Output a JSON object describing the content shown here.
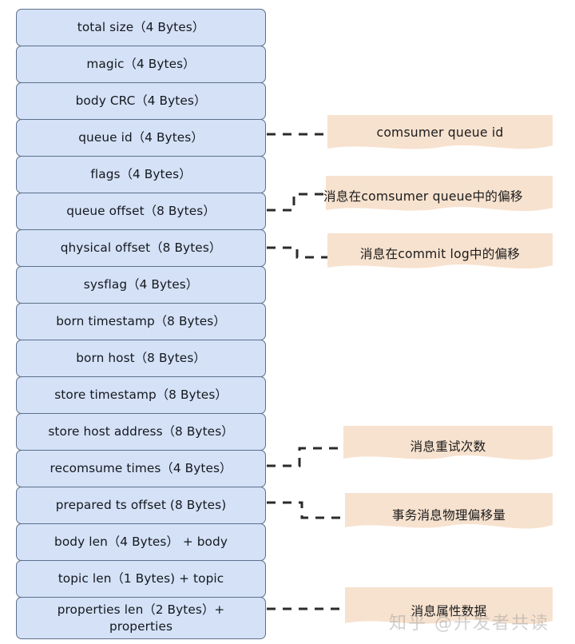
{
  "colors": {
    "field_fill": "#d4e1f6",
    "field_border": "#5d708c",
    "note_fill": "#f7e2cf",
    "connector": "#2b2b2b",
    "text": "#14181f",
    "background": "#ffffff"
  },
  "fields": [
    {
      "label": "total size（4 Bytes）"
    },
    {
      "label": "magic（4 Bytes）"
    },
    {
      "label": "body CRC（4 Bytes）"
    },
    {
      "label": "queue id（4 Bytes）"
    },
    {
      "label": "flags（4 Bytes）"
    },
    {
      "label": "queue offset（8 Bytes）"
    },
    {
      "label": "qhysical offset（8 Bytes）"
    },
    {
      "label": "sysflag（4 Bytes）"
    },
    {
      "label": "born timestamp（8 Bytes）"
    },
    {
      "label": "born host（8 Bytes）"
    },
    {
      "label": "store timestamp（8 Bytes）"
    },
    {
      "label": "store host address（8 Bytes）"
    },
    {
      "label": "recomsume times（4 Bytes）"
    },
    {
      "label": "prepared ts offset (8 Bytes)"
    },
    {
      "label": "body len（4 Bytes） + body"
    },
    {
      "label": "topic len（1 Bytes) + topic"
    },
    {
      "label": "properties len（2 Bytes）+\nproperties"
    }
  ],
  "notes": [
    {
      "text": "comsumer queue id"
    },
    {
      "text": "消息在comsumer queue中的偏移"
    },
    {
      "text": "消息在commit log中的偏移"
    },
    {
      "text": "消息重试次数"
    },
    {
      "text": "事务消息物理偏移量"
    },
    {
      "text": "消息属性数据"
    }
  ],
  "watermark": {
    "text": "知乎 @开发者共读"
  }
}
